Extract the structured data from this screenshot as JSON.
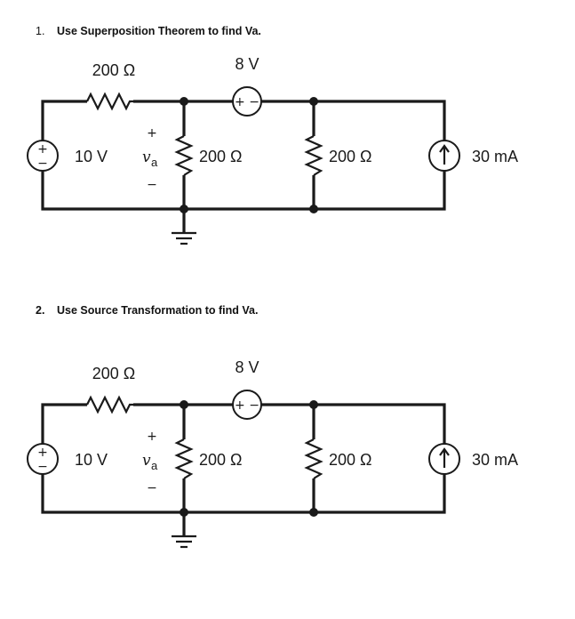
{
  "questions": [
    {
      "number": "1.",
      "text": "Use Superposition Theorem to find Va."
    },
    {
      "number": "2.",
      "text": "Use Source Transformation to find Va."
    }
  ],
  "circuit": {
    "series_resistor": "200 Ω",
    "series_source": "8 V",
    "voltage_source": "10 V",
    "voltage_source_plus": "+",
    "voltage_source_minus": "−",
    "series_source_polarity": "+ −",
    "va_plus": "+",
    "va_minus": "−",
    "va_symbol": "v",
    "va_subscript": "a",
    "shunt_resistor_1": "200 Ω",
    "shunt_resistor_2": "200 Ω",
    "current_source": "30 mA"
  },
  "icons": {
    "voltage_source": "circle-plus-minus",
    "series_source": "circle-plus-minus-horizontal",
    "current_source": "circle-up-arrow",
    "ground": "ground-symbol",
    "resistor": "zigzag"
  }
}
